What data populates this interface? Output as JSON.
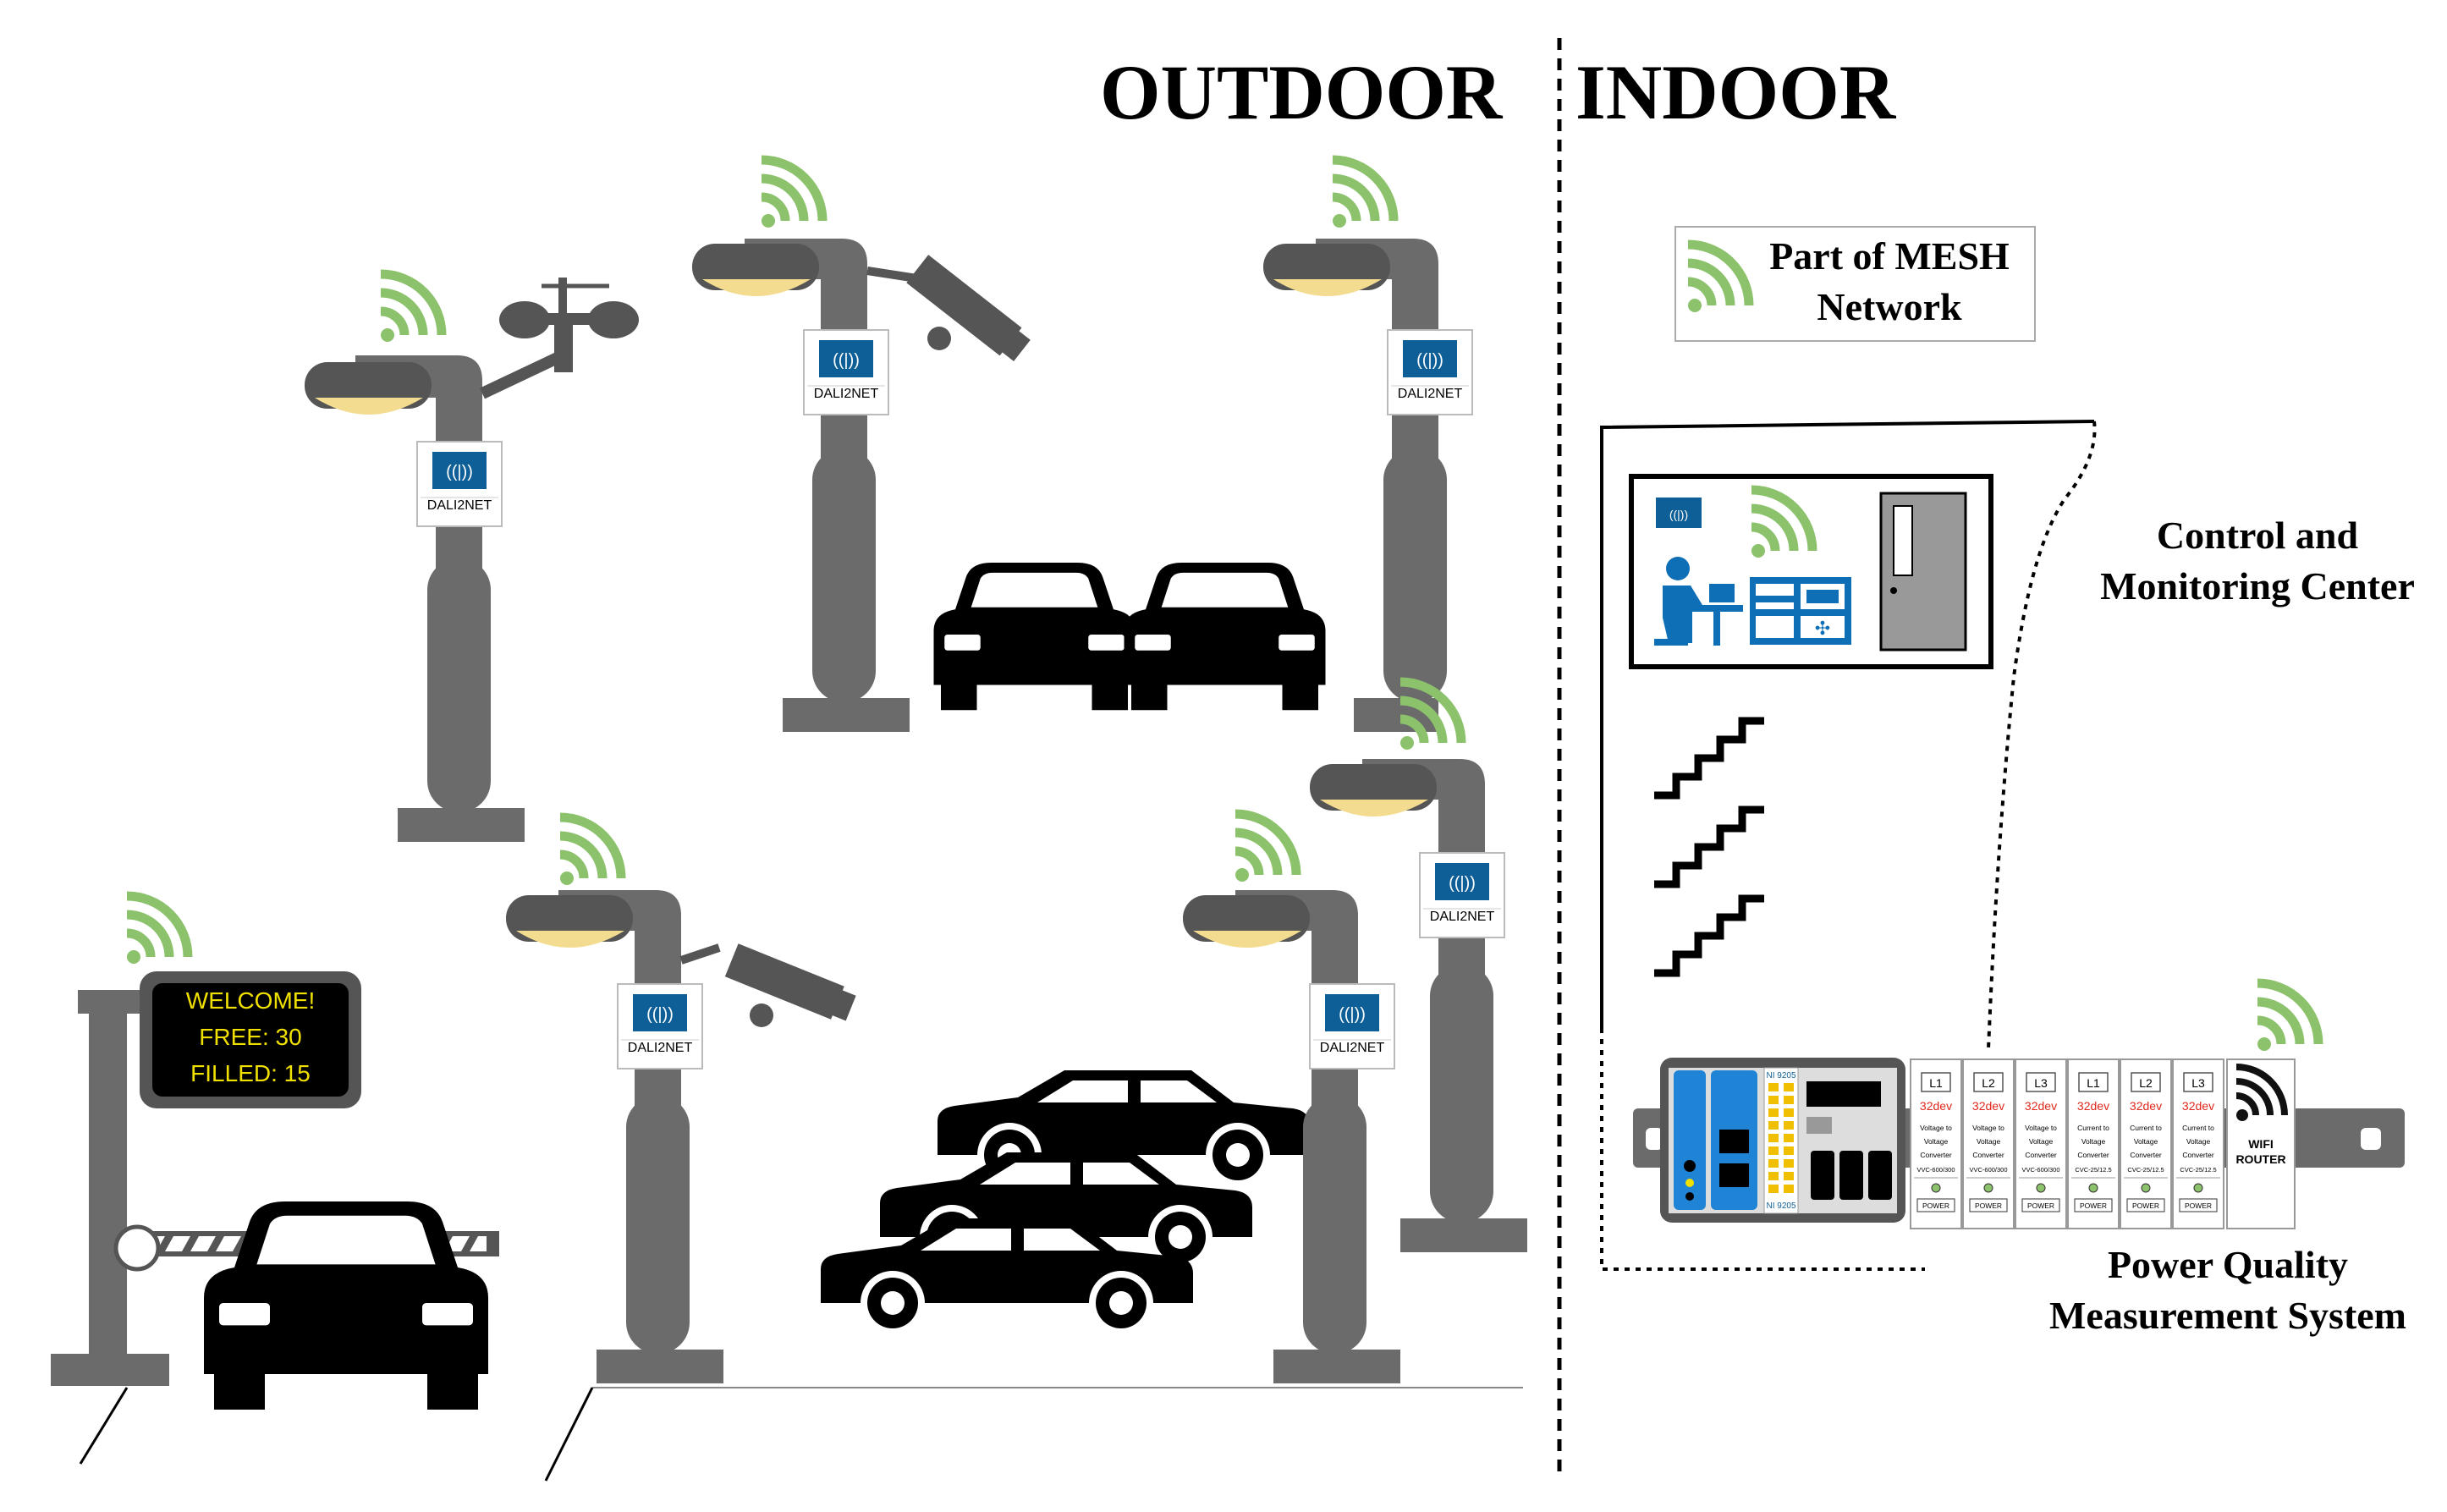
{
  "headings": {
    "outdoor": "OUTDOOR",
    "indoor": "INDOOR"
  },
  "mesh_legend": {
    "line1": "Part of MESH",
    "line2": "Network"
  },
  "control_center": {
    "line1": "Control and",
    "line2": "Monitoring Center"
  },
  "pq_system": {
    "line1": "Power Quality",
    "line2": "Measurement System"
  },
  "lamp_module_label": "DALI2NET",
  "parking_sign": {
    "welcome": "WELCOME!",
    "free": "FREE: 30",
    "filled": "FILLED: 15"
  },
  "router": {
    "line1": "WIFI",
    "line2": "ROUTER"
  },
  "plc": {
    "module_top": "NI 9205",
    "module_bottom": "NI 9205"
  },
  "modules": [
    {
      "phase": "L1",
      "dev": "32dev",
      "line1": "Voltage to",
      "line2": "Voltage",
      "line3": "Converter",
      "model": "VVC-600/300",
      "power": "POWER"
    },
    {
      "phase": "L2",
      "dev": "32dev",
      "line1": "Voltage to",
      "line2": "Voltage",
      "line3": "Converter",
      "model": "VVC-600/300",
      "power": "POWER"
    },
    {
      "phase": "L3",
      "dev": "32dev",
      "line1": "Voltage to",
      "line2": "Voltage",
      "line3": "Converter",
      "model": "VVC-600/300",
      "power": "POWER"
    },
    {
      "phase": "L1",
      "dev": "32dev",
      "line1": "Current to",
      "line2": "Voltage",
      "line3": "Converter",
      "model": "CVC-25/12.5",
      "power": "POWER"
    },
    {
      "phase": "L2",
      "dev": "32dev",
      "line1": "Current to",
      "line2": "Voltage",
      "line3": "Converter",
      "model": "CVC-25/12.5",
      "power": "POWER"
    },
    {
      "phase": "L3",
      "dev": "32dev",
      "line1": "Current to",
      "line2": "Voltage",
      "line3": "Converter",
      "model": "CVC-25/12.5",
      "power": "POWER"
    }
  ],
  "colors": {
    "pole": "#6b6b6b",
    "pole_dark": "#555555",
    "lamp_glow": "#f3dc8f",
    "wifi_green": "#8cc26b",
    "wifi_black": "#111111",
    "module_blue": "#0e5f97",
    "plc_blue": "#1f84d6",
    "sign_text": "#f0e000",
    "dev_red": "#e0281e",
    "door": "#999999",
    "cars": "#000000"
  },
  "icons": [
    "wifi-icon",
    "dali2net-module-icon",
    "street-lamp-icon",
    "weather-station-icon",
    "cctv-camera-icon",
    "car-icon",
    "barrier-gate-icon",
    "stairs-icon",
    "operator-desk-icon",
    "server-rack-icon",
    "door-icon",
    "plc-icon",
    "wifi-router-icon"
  ]
}
